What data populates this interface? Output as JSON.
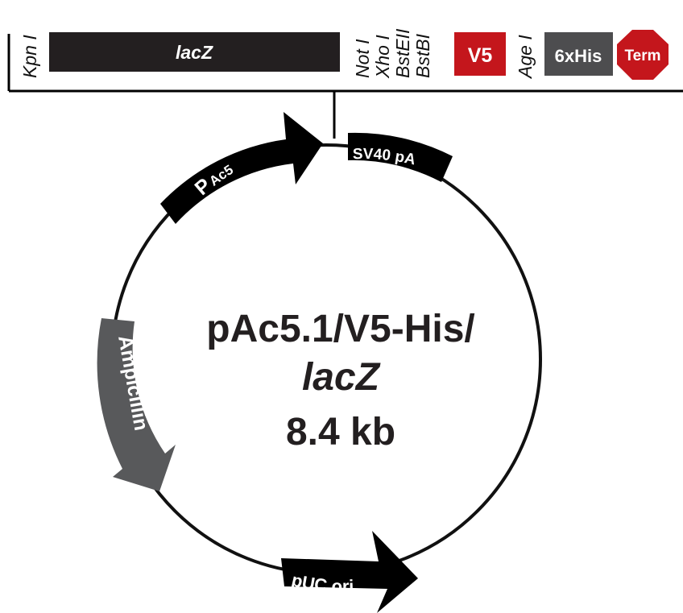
{
  "plasmid": {
    "name_line1": "pAc5.1/V5-His/",
    "name_line2": "lacZ",
    "size": "8.4 kb"
  },
  "mcs": {
    "sites": [
      {
        "name": "Kpn I"
      },
      {
        "name": "Not I"
      },
      {
        "name": "Xho I"
      },
      {
        "name": "BstEII"
      },
      {
        "name": "BstBI"
      },
      {
        "name": "Age I"
      }
    ],
    "insert_label": "lacZ",
    "tag_v5": "V5",
    "tag_his": "6xHis",
    "stop_label": "Term"
  },
  "features": {
    "promoter_main": "P",
    "promoter_sub": "Ac5",
    "polyA": "SV40 pA",
    "resistance": "Ampicillin",
    "origin": "pUC ori"
  },
  "colors": {
    "insert": "#231f20",
    "v5": "#c4161c",
    "his": "#4d4d4f",
    "term": "#c4161c",
    "ampicillin": "#58595b",
    "features": "#000000"
  }
}
